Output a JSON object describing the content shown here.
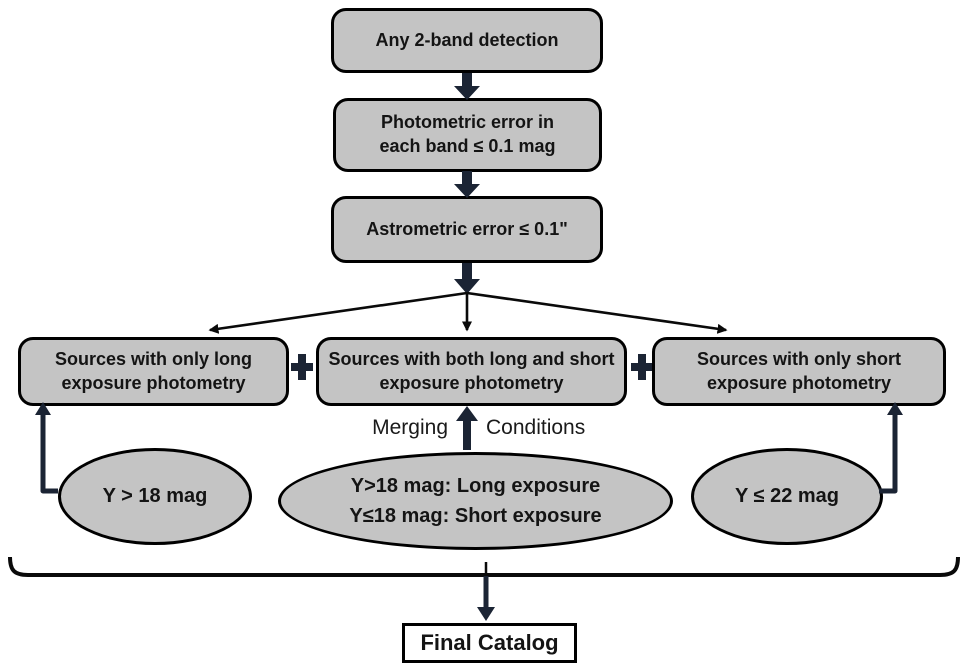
{
  "flowchart": {
    "node_any_detection": "Any 2-band detection",
    "node_photometric": "Photometric error in each band ≤ 0.1 mag",
    "node_astrometric": "Astrometric error ≤ 0.1\"",
    "node_long_only": "Sources with only long exposure photometry",
    "node_both": "Sources with both long and short exposure photometry",
    "node_short_only": "Sources with only short exposure photometry",
    "label_merging": "Merging",
    "label_conditions": "Conditions",
    "cond_long_only": "Y > 18 mag",
    "cond_both_line1": "Y>18 mag: Long exposure",
    "cond_both_line2": "Y≤18 mag: Short exposure",
    "cond_short_only": "Y ≤ 22 mag",
    "node_final": "Final Catalog",
    "merge_operator_icon": "plus-icon",
    "colors": {
      "node_fill": "#c4c4c4",
      "node_border": "#000000",
      "block_arrow": "#1b2434",
      "thin_line": "#0a0a0a",
      "final_fill": "#ffffff"
    }
  }
}
